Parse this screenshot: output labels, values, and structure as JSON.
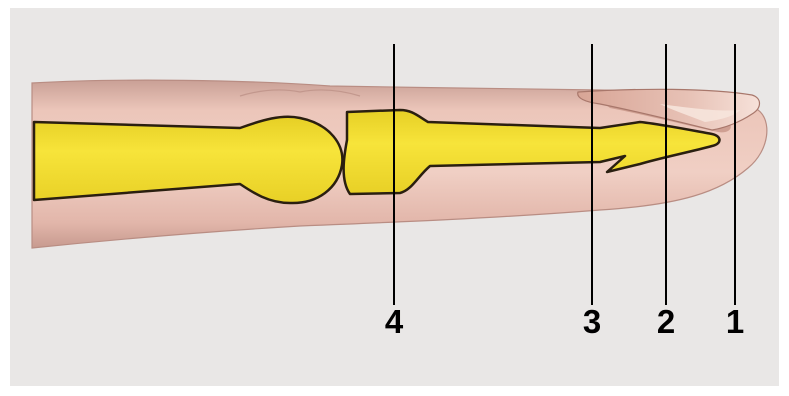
{
  "diagram": {
    "labels": [
      {
        "id": "label-4",
        "text": "4"
      },
      {
        "id": "label-3",
        "text": "3"
      },
      {
        "id": "label-2",
        "text": "2"
      },
      {
        "id": "label-1",
        "text": "1"
      }
    ]
  },
  "colors": {
    "background": "#ffffff",
    "panel": "#e9e7e6",
    "skin": "#e8bdb1",
    "skin_shadow": "#c4978c",
    "nail": "#d9a99b",
    "nail_highlight": "#f3dbd2",
    "bone": "#f4e032",
    "bone_shadow": "#d9c21e",
    "line": "#000000"
  }
}
